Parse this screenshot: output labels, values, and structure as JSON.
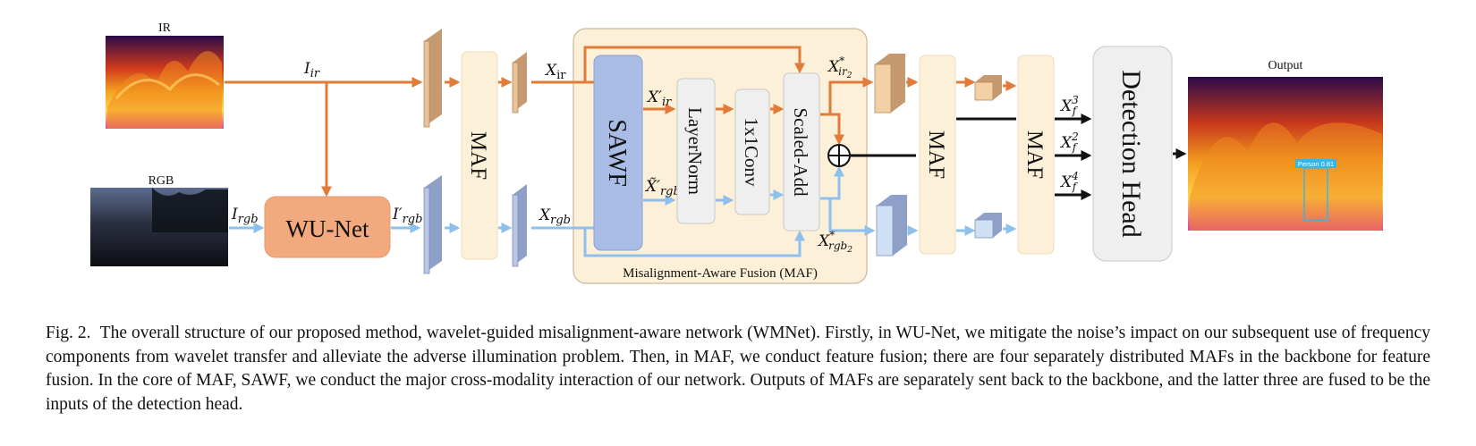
{
  "figure": {
    "inputs": {
      "ir_label": "IR",
      "rgb_label": "RGB",
      "output_label": "Output"
    },
    "blocks": {
      "wunet": "WU-Net",
      "maf": "MAF",
      "sawf": "SAWF",
      "layernorm": "LayerNorm",
      "conv": "1x1Conv",
      "scaled_add": "Scaled-Add",
      "detection_head": "Detection Head",
      "maf_caption": "Misalignment-Aware Fusion (MAF)"
    },
    "symbols": {
      "I": "I",
      "X": "X",
      "ir": "ir",
      "ir_upright": "ir",
      "rgb": "rgb",
      "prime": "′",
      "tilde_prime": "X̃′",
      "star": "*",
      "ir2": "ir",
      "rgb2": "rgb",
      "two": "2",
      "f": "f",
      "sup3": "3",
      "sup2": "2",
      "sup4": "4"
    },
    "detection": {
      "label": "Person 0.81"
    },
    "colors": {
      "ir_arrow": "#E07B39",
      "rgb_arrow": "#8EC0EE",
      "fused_arrow": "#111111",
      "wunet_fill": "#F2A97E",
      "maf_fill": "#FDF0D9",
      "sawf_fill": "#A9BCE6",
      "gray_fill": "#EFEFEF"
    }
  },
  "caption": {
    "fig_label": "Fig. 2.",
    "text": "The overall structure of our proposed method, wavelet-guided misalignment-aware network (WMNet). Firstly, in WU-Net, we mitigate the noise’s impact on our subsequent use of frequency components from wavelet transfer and alleviate the adverse illumination problem. Then, in MAF, we conduct feature fusion; there are four separately distributed MAFs in the backbone for feature fusion. In the core of MAF, SAWF, we conduct the major cross-modality interaction of our network. Outputs of MAFs are separately sent back to the backbone, and the latter three are fused to be the inputs of the detection head."
  }
}
